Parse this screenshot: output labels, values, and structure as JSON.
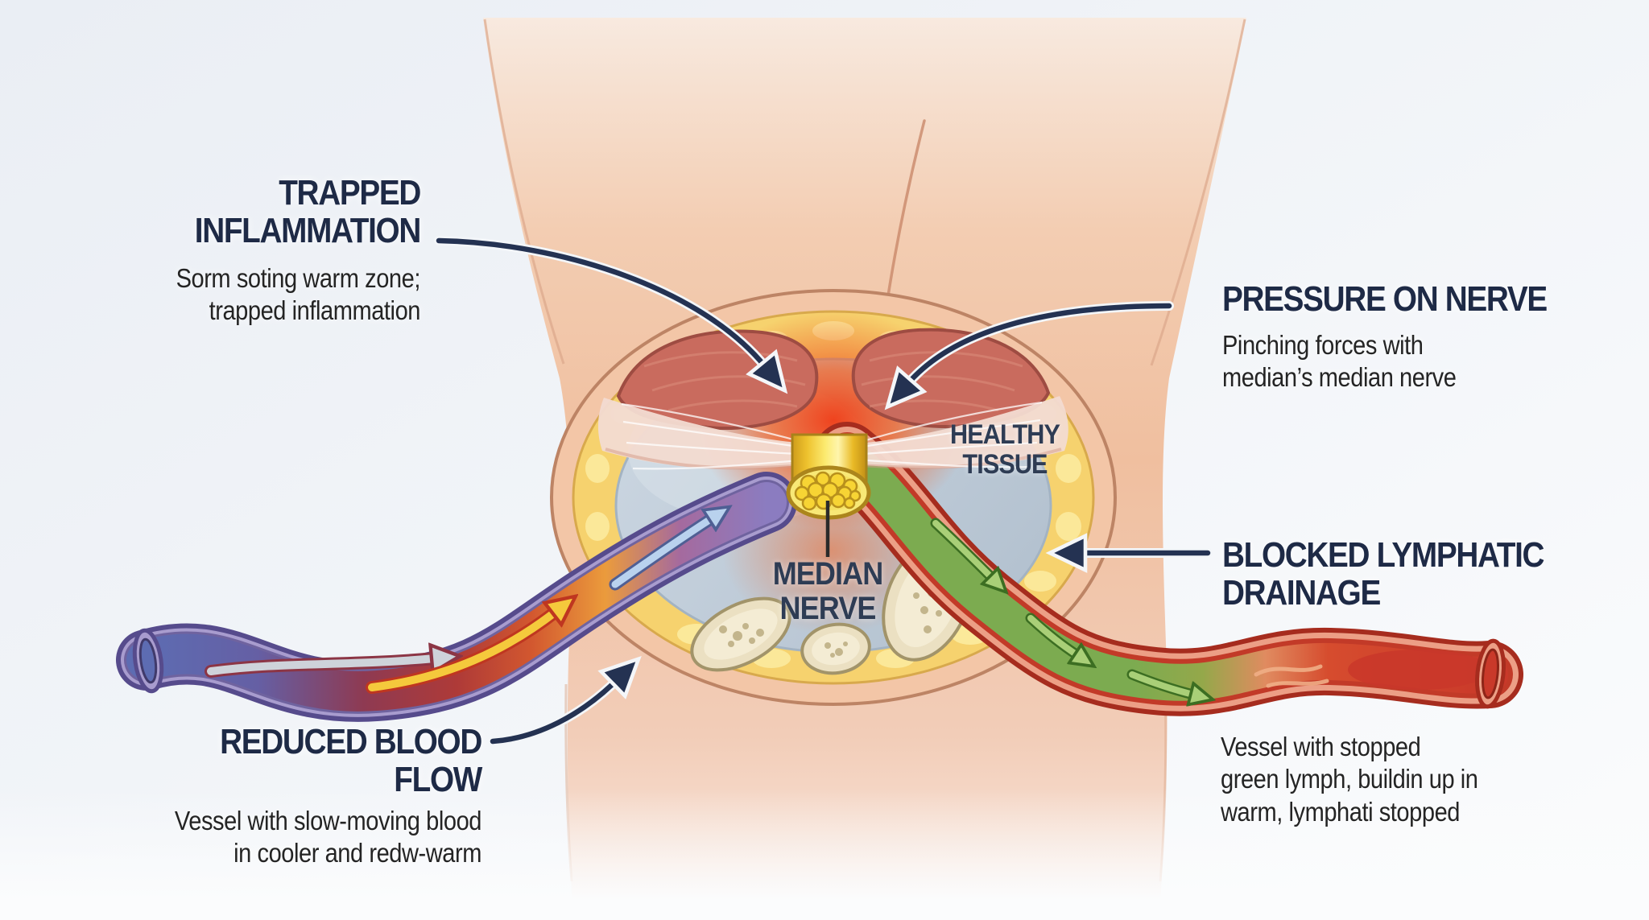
{
  "callouts": {
    "trapped_inflammation": {
      "title_line1": "TRAPPED",
      "title_line2": "INFLAMMATION",
      "desc_line1": "Sorm soting warm zone;",
      "desc_line2": "trapped inflammation"
    },
    "pressure_on_nerve": {
      "title": "PRESSURE ON NERVE",
      "desc_line1": "Pinching forces with",
      "desc_line2": "median’s median nerve"
    },
    "blocked_lymphatic": {
      "title_line1": "BLOCKED LYMPHATIC",
      "title_line2": "DRAINAGE",
      "desc_line1": "Vessel with stopped",
      "desc_line2": "green lymph, buildin up in",
      "desc_line3": "warm, lymphati stopped"
    },
    "reduced_blood_flow": {
      "title": "REDUCED BLOOD FLOW",
      "desc_line1": "Vessel with slow-moving blood",
      "desc_line2": "in cooler and redw-warm"
    }
  },
  "anatomy_labels": {
    "healthy_tissue_line1": "HEALTHY",
    "healthy_tissue_line2": "TISSUE",
    "median_nerve_line1": "MEDIAN",
    "median_nerve_line2": "NERVE"
  },
  "colors": {
    "callout_title_navy": "#1e2a46",
    "callout_arrow_navy": "#243252",
    "skin": "#f3c6a7",
    "fat_ring_yellow": "#f6d26e",
    "interior_gray_blue": "#bdc9d6",
    "muscle_salmon": "#c96b5e",
    "inflammation_orange": "#f0662c",
    "nerve_yellow": "#f8e876",
    "ligament_pink": "#f3dbd0",
    "blood_vessel_purple": "#564b8c",
    "blood_slow_red": "#ae3a38",
    "lymph_green": "#7cab50",
    "lymph_blocked_red": "#c9392a",
    "bone_beige": "#ebe0c2"
  }
}
